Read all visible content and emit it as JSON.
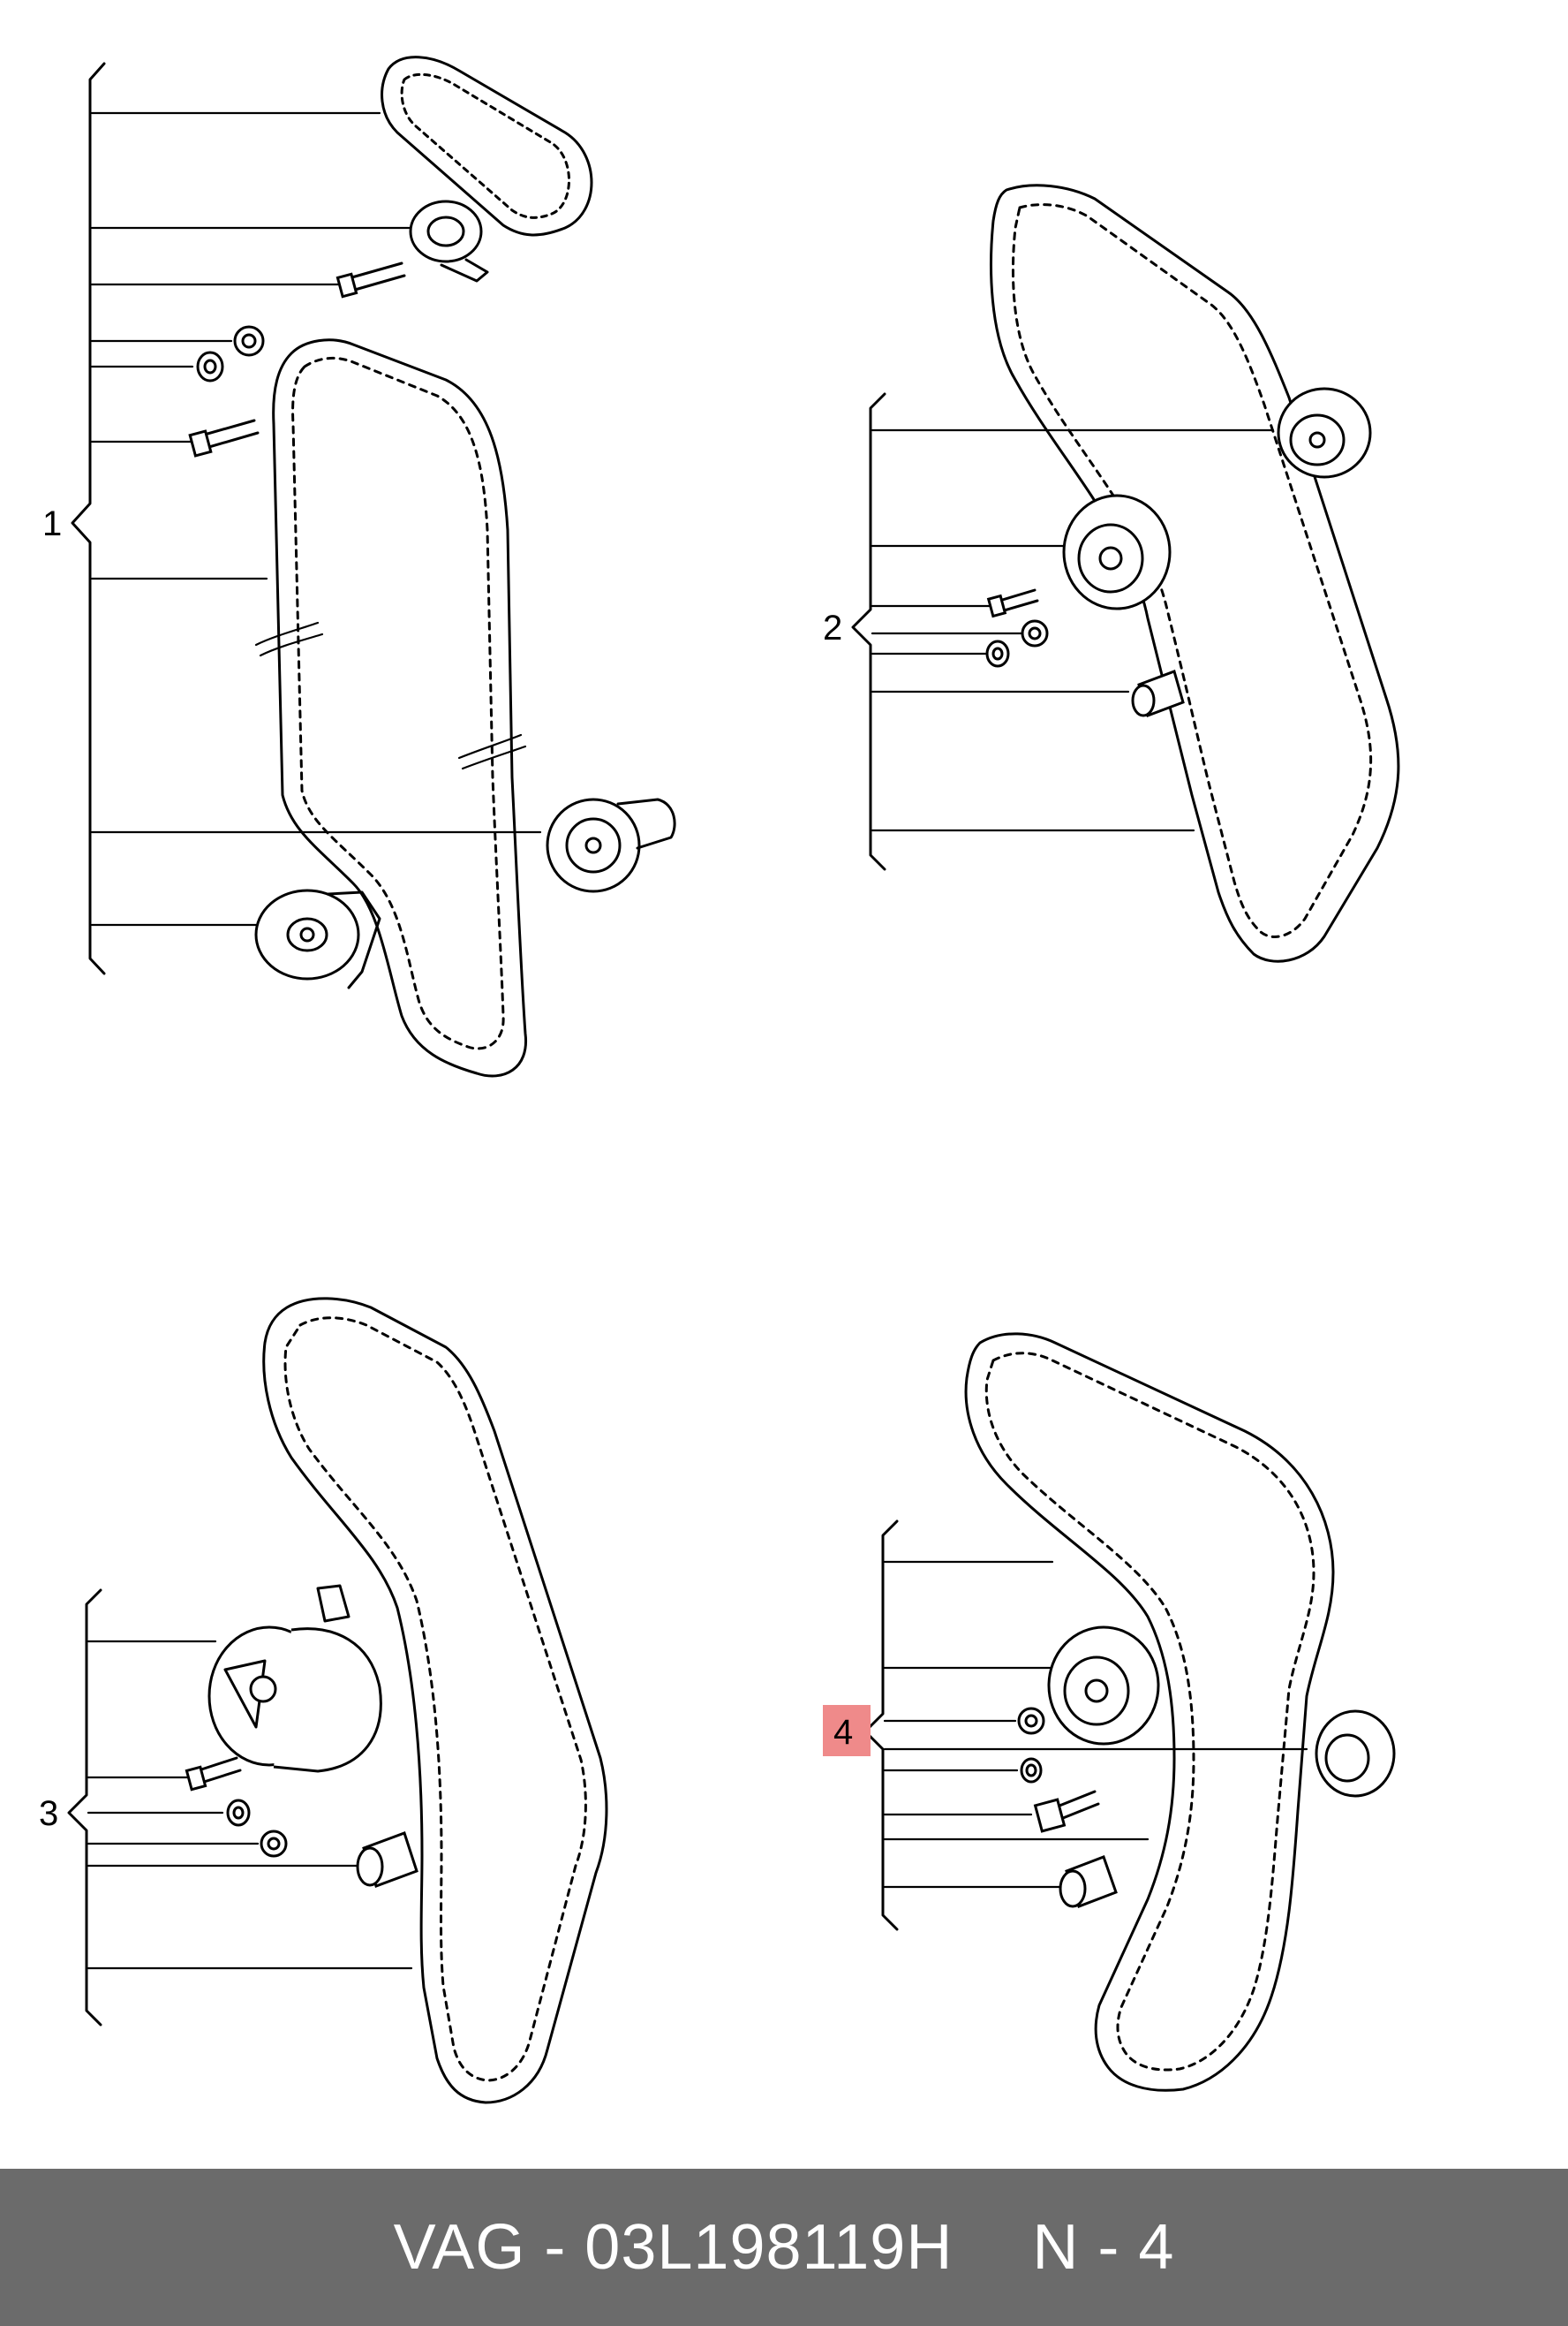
{
  "callouts": {
    "g1": "1",
    "g2": "2",
    "g3": "3",
    "g4": "4"
  },
  "highlight_color": "#ef8a8a",
  "footer": {
    "part_ref": "VAG - 03L198119H",
    "position_ref": "N - 4"
  },
  "colors": {
    "footer_bg": "#6b6b6b",
    "footer_text": "#ffffff",
    "line": "#000000"
  }
}
